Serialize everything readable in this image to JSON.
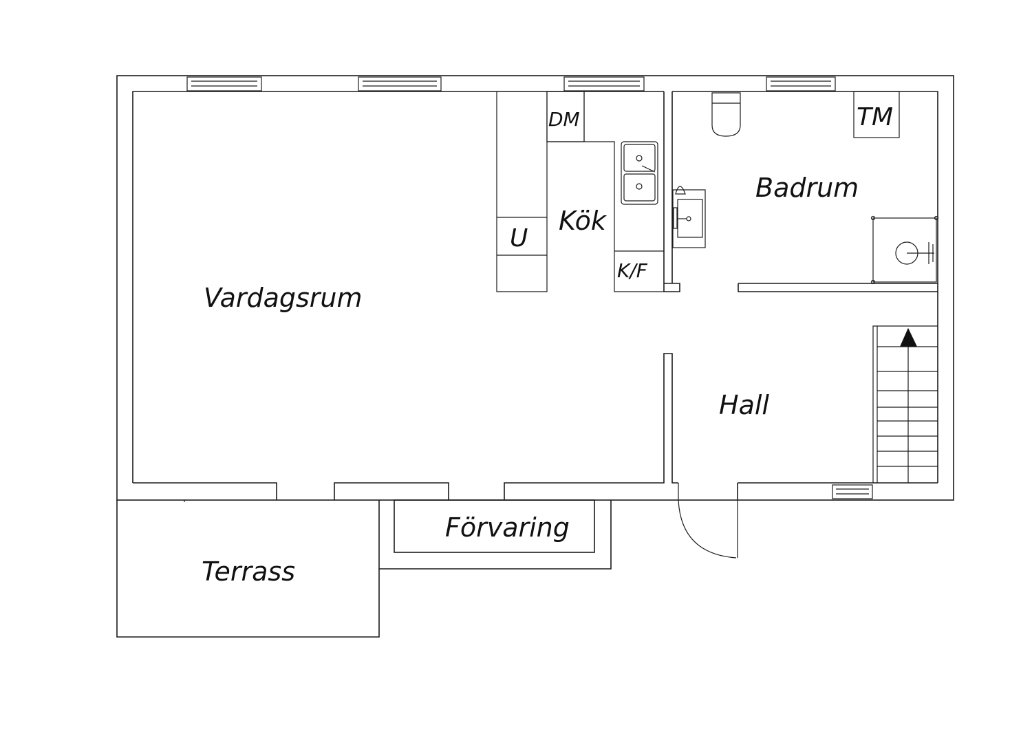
{
  "rooms": {
    "vardagsrum": "Vardagsrum",
    "kok": "Kök",
    "badrum": "Badrum",
    "hall": "Hall",
    "forvaring": "Förvaring",
    "terrass": "Terrass"
  },
  "fixtures": {
    "dm": "DM",
    "u": "U",
    "kf": "K/F",
    "tm": "TM"
  },
  "icons": {
    "stair_direction": "up-arrow-icon",
    "sink": "double-sink-icon",
    "basin": "wash-basin-icon",
    "toilet": "toilet-icon",
    "shower": "shower-icon",
    "door": "door-swing-icon",
    "window": "window-icon"
  }
}
